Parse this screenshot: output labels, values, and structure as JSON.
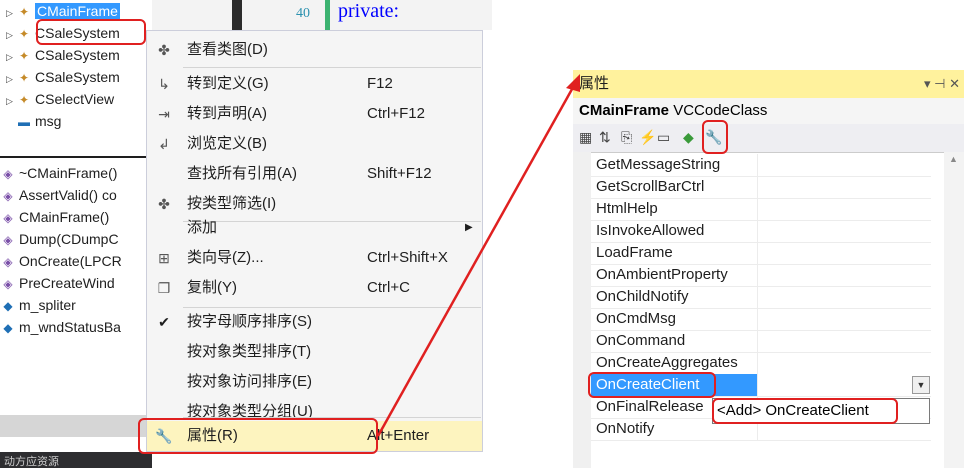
{
  "editor": {
    "line_number": "40",
    "code_text": "private:"
  },
  "class_view": {
    "classes": [
      {
        "name": "CMainFrame",
        "selected": true
      },
      {
        "name": "CSaleSystem"
      },
      {
        "name": "CSaleSystem"
      },
      {
        "name": "CSaleSystem"
      },
      {
        "name": "CSelectView"
      },
      {
        "name": "msg"
      }
    ],
    "members": [
      "~CMainFrame()",
      "AssertValid() co",
      "CMainFrame()",
      "Dump(CDumpC",
      "OnCreate(LPCR",
      "PreCreateWind",
      "m_spliter",
      "m_wndStatusBa"
    ],
    "bottom_tab": "动方应资源"
  },
  "context_menu": {
    "items": [
      {
        "label": "查看类图(D)",
        "shortcut": "",
        "icon": "class-diagram-icon"
      },
      {
        "label": "转到定义(G)",
        "shortcut": "F12",
        "icon": "go-to-definition-icon"
      },
      {
        "label": "转到声明(A)",
        "shortcut": "Ctrl+F12",
        "icon": "go-to-declaration-icon"
      },
      {
        "label": "浏览定义(B)",
        "shortcut": "",
        "icon": "browse-definition-icon"
      },
      {
        "label": "查找所有引用(A)",
        "shortcut": "Shift+F12",
        "icon": ""
      },
      {
        "label": "按类型筛选(I)",
        "shortcut": "",
        "icon": "filter-icon"
      },
      {
        "label": "添加",
        "shortcut": "",
        "icon": "",
        "submenu": true
      },
      {
        "label": "类向导(Z)...",
        "shortcut": "Ctrl+Shift+X",
        "icon": "class-wizard-icon"
      },
      {
        "label": "复制(Y)",
        "shortcut": "Ctrl+C",
        "icon": "copy-icon"
      },
      {
        "label": "按字母顺序排序(S)",
        "shortcut": "",
        "icon": "check-icon"
      },
      {
        "label": "按对象类型排序(T)",
        "shortcut": "",
        "icon": ""
      },
      {
        "label": "按对象访问排序(E)",
        "shortcut": "",
        "icon": ""
      },
      {
        "label": "按对象类型分组(U)",
        "shortcut": "",
        "icon": ""
      },
      {
        "label": "属性(R)",
        "shortcut": "Alt+Enter",
        "icon": "wrench-icon"
      }
    ]
  },
  "properties": {
    "title": "属性",
    "controls": "▾ ⊣ ✕",
    "object_name": "CMainFrame",
    "object_type": "VCCodeClass",
    "rows": [
      "GetMessageString",
      "GetScrollBarCtrl",
      "HtmlHelp",
      "IsInvokeAllowed",
      "LoadFrame",
      "OnAmbientProperty",
      "OnChildNotify",
      "OnCmdMsg",
      "OnCommand",
      "OnCreateAggregates",
      "OnCreateClient",
      "OnFinalRelease",
      "OnNotify"
    ],
    "selected_row": "OnCreateClient",
    "dropdown_option": "<Add> OnCreateClient"
  },
  "colors": {
    "annotation": "#e02020",
    "selection": "#3399ff",
    "title_bar": "#fff29d"
  }
}
